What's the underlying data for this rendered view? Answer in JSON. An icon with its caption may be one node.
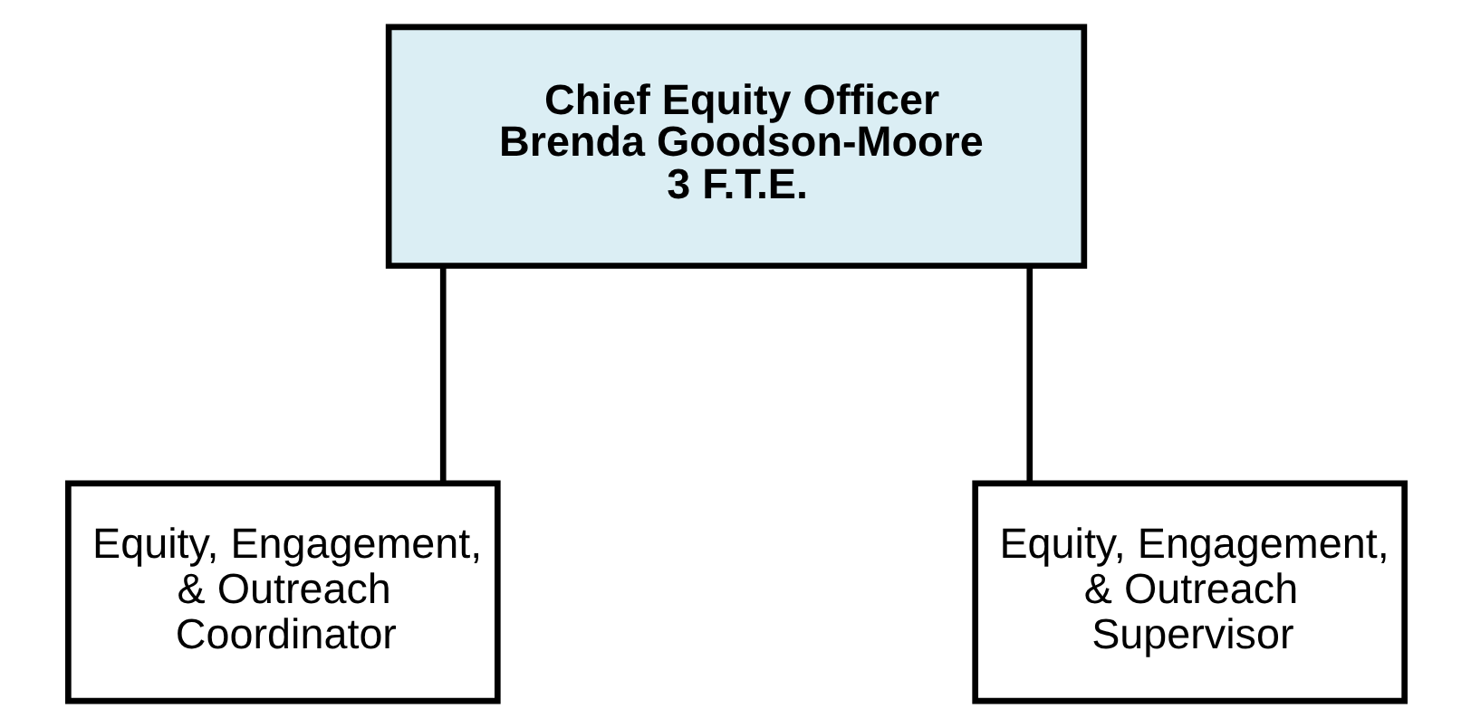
{
  "diagram": {
    "nodes": [
      {
        "text": [
          "Chief Equity Officer",
          "Brenda Goodson-Moore",
          "3 F.T.E."
        ]
      },
      {
        "text": [
          "Equity, Engagement, & Outreach Coordinator"
        ]
      },
      {
        "text": [
          "Equity, Engagement, & Outreach Supervisor"
        ]
      }
    ],
    "edges": [
      {
        "from": 0,
        "to": 1,
        "arrow": "none"
      },
      {
        "from": 0,
        "to": 2,
        "arrow": "none"
      }
    ]
  }
}
